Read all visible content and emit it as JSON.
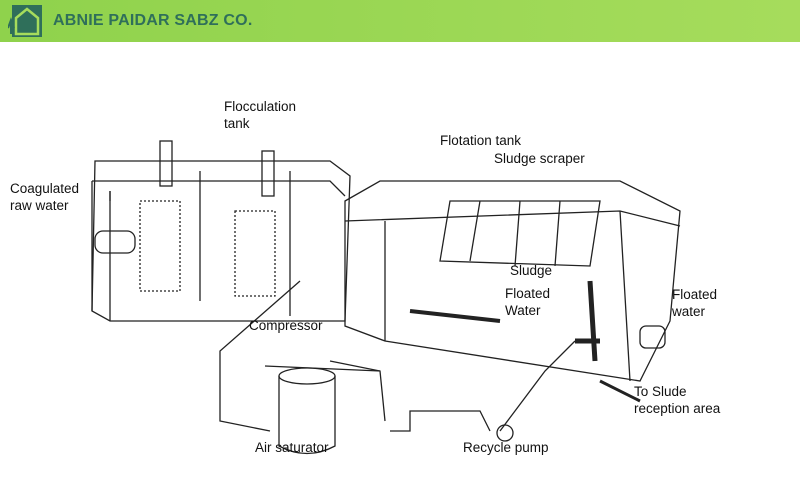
{
  "header": {
    "company": "ABNIE PAIDAR SABZ CO.",
    "logo_icon": "house-tree-logo",
    "colors": {
      "bar": "#9ad853",
      "text": "#2f6f5a"
    }
  },
  "labels": {
    "flocculation_tank": [
      "Flocculation",
      "tank"
    ],
    "coagulated_raw_water": [
      "Coagulated",
      "raw water"
    ],
    "flotation_tank": "Flotation tank",
    "sludge_scraper": "Sludge scraper",
    "sludge": "Sludge",
    "floated_water_inner": [
      "Floated",
      "Water"
    ],
    "floated_water_outlet": [
      "Floated",
      "water"
    ],
    "compressor": "Compressor",
    "to_sludge": [
      "To Slude",
      "reception area"
    ],
    "air_saturator": "Air saturator",
    "recycle_pump": "Recycle pump"
  }
}
